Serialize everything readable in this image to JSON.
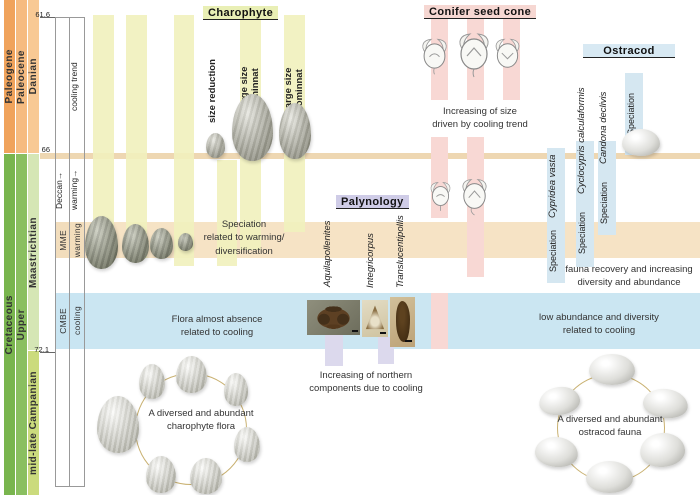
{
  "strat": {
    "period_top": "Paleogene",
    "period_bottom": "Cretaceous",
    "epoch_top": "Paleocene",
    "epoch_bottom": "Upper",
    "stage_top": "Danian",
    "stage_mid": "Maastrichtian",
    "stage_bottom": "mid-late Campanian",
    "age_top": "61.6",
    "age_kpg": "66",
    "age_camp": "72.1",
    "cooling_trend": "cooling trend",
    "deccan": "Deccan→",
    "deccan_warming": "warming→",
    "mme": "MME",
    "mme_warming": "warming",
    "cmbe": "CMBE",
    "cmbe_cooling": "cooling"
  },
  "charophyte": {
    "title": "Charophyte",
    "size_reduction": "size reduction",
    "large_size_1": "Large size dominnat",
    "large_size_2": "Large size dominnat",
    "mme_note": [
      "Speciation",
      "related to warming/",
      "diversification"
    ],
    "cmbe_note": [
      "Flora almost absence",
      "related to cooling"
    ],
    "flora_note": [
      "A diversed and abundant",
      "charophyte flora"
    ]
  },
  "conifer": {
    "title": "Conifer seed cone",
    "note": [
      "Increasing of size",
      "driven by cooling trend"
    ]
  },
  "palynology": {
    "title": "Palynology",
    "species": [
      "Aquilapollenites",
      "Integricorpus",
      "Translucentipollis"
    ],
    "note": [
      "Increasing of northern",
      "components due to cooling"
    ]
  },
  "ostracod": {
    "title": "Ostracod",
    "species": [
      "Cypridea vasta",
      "Cyclocypris calculaformis",
      "Candona declivis"
    ],
    "speciation": "Speciation",
    "recovery_note": [
      "fauna recovery and increasing",
      "diversity and abundance"
    ],
    "cmbe_note": [
      "low abundance and diversity",
      "related to cooling"
    ],
    "fauna_note": [
      "A diversed and abundant",
      "ostracod fauna"
    ]
  },
  "colors": {
    "paleogene": "#f0a35c",
    "paleocene": "#f6bb80",
    "danian": "#f8c994",
    "cretaceous": "#79b54e",
    "upper": "#8abf60",
    "maastrichtian": "#d5e6b5",
    "campanian": "#cbdb7d",
    "kpg_line": "#eed7b2",
    "mme_band": "#f6e3c5",
    "cmbe_band": "#cbe6f2",
    "charophyte_band": "#f1f1bc",
    "conifer_band": "#f8d8d4",
    "ostracod_band": "#d5e7f1",
    "palynology_band": "#dcd9ed"
  }
}
